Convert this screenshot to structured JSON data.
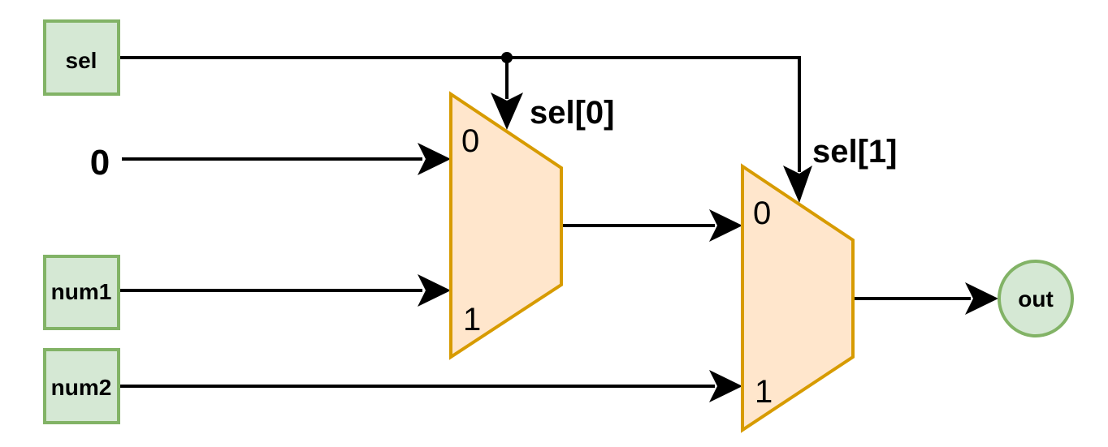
{
  "inputs": {
    "sel": "sel",
    "zero": "0",
    "num1": "num1",
    "num2": "num2"
  },
  "output": "out",
  "mux1": {
    "select_label": "sel[0]",
    "port0": "0",
    "port1": "1"
  },
  "mux2": {
    "select_label": "sel[1]",
    "port0": "0",
    "port1": "1"
  },
  "colors": {
    "io_fill": "#d5e8d4",
    "io_stroke": "#82b366",
    "mux_fill": "#ffe6cc",
    "mux_stroke": "#d79b00"
  }
}
